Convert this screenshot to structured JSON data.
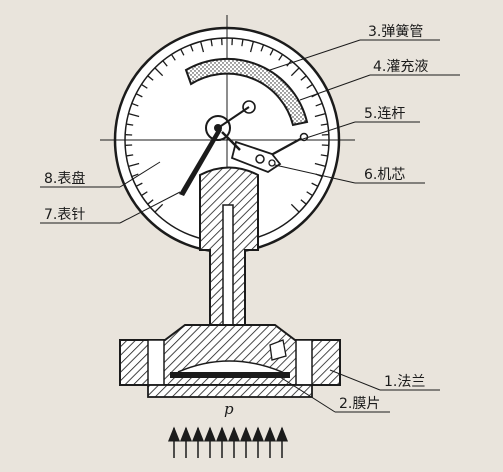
{
  "labels": {
    "flange": "1.法兰",
    "diaphragm": "2.膜片",
    "bourdon_tube": "3.弹簧管",
    "fill_liquid": "4.灌充液",
    "link_rod": "5.连杆",
    "movement": "6.机芯",
    "pointer": "7.表针",
    "dial": "8.表盘"
  },
  "pressure_symbol": "p",
  "colors": {
    "ink": "#1b1b1b",
    "paper": "#e9e4dc"
  }
}
